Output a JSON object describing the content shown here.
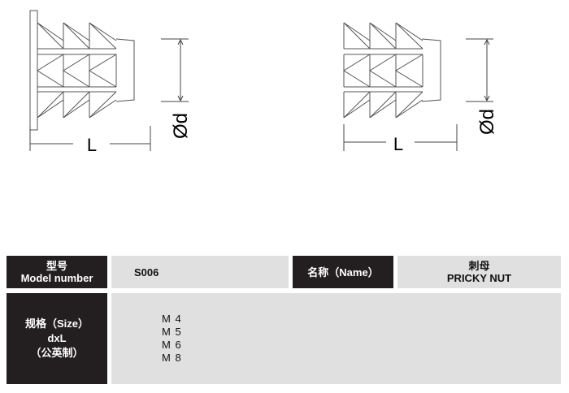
{
  "drawings": {
    "left": {
      "length_label": "L",
      "diameter_label": "Ød"
    },
    "right": {
      "length_label": "L",
      "diameter_label": "Ød"
    }
  },
  "table": {
    "model_header_cn": "型号",
    "model_header_en": "Model number",
    "model_value": "S006",
    "name_header": "名称（Name）",
    "name_value_cn": "刺母",
    "name_value_en": "PRICKY NUT",
    "size_header_line1": "规格（Size）",
    "size_header_line2": "dxL",
    "size_header_line3": "（公英制）",
    "sizes": [
      "M 4",
      "M 5",
      "M 6",
      "M 8"
    ]
  },
  "colors": {
    "header_bg": "#231f20",
    "cell_bg": "#e0e0e0",
    "line": "#444444"
  }
}
